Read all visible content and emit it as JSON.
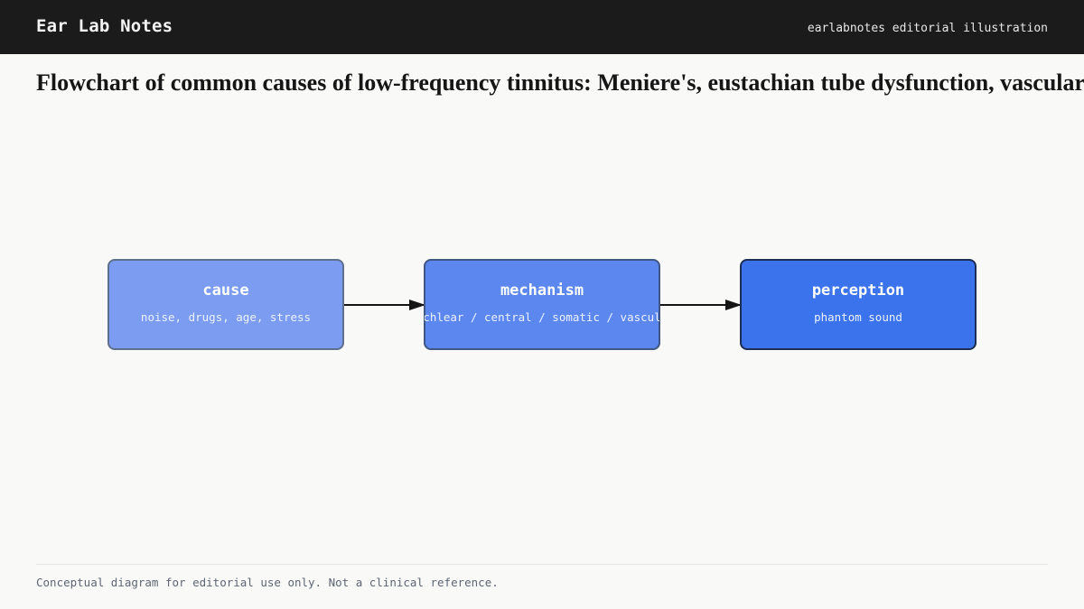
{
  "header": {
    "brand": "Ear Lab Notes",
    "tagline": "earlabnotes editorial illustration"
  },
  "title": "Flowchart of common causes of low-frequency tinnitus: Meniere's, eustachian tube dysfunction, vascular",
  "flow": {
    "nodes": [
      {
        "title": "cause",
        "subtitle": "noise, drugs, age, stress",
        "color": "#7b9cf0"
      },
      {
        "title": "mechanism",
        "subtitle": "cochlear / central / somatic / vascular",
        "color": "#5b87ee"
      },
      {
        "title": "perception",
        "subtitle": "phantom sound",
        "color": "#3b73ec"
      }
    ]
  },
  "footer": {
    "note": "Conceptual diagram for editorial use only. Not a clinical reference."
  }
}
